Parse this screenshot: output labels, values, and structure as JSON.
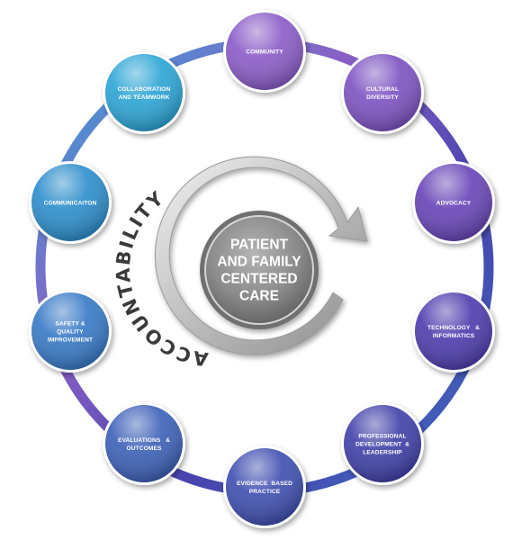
{
  "center": {
    "lines": [
      "PATIENT",
      "AND FAMILY",
      "CENTERED",
      "CARE"
    ]
  },
  "arc_label": "ACCOUNTABILITY",
  "nodes": [
    {
      "id": "community",
      "lines": [
        "COMMUNITY"
      ],
      "color": "#8c5ec8"
    },
    {
      "id": "cultural-diversity",
      "lines": [
        "CULTURAL",
        "DIVERSITY"
      ],
      "color": "#7e55c2"
    },
    {
      "id": "advocacy",
      "lines": [
        "ADVOCACY"
      ],
      "color": "#6a47b8"
    },
    {
      "id": "technology-informatics",
      "lines": [
        "TECHNOLOGY   &",
        "INFORMATICS"
      ],
      "color": "#4f3fae"
    },
    {
      "id": "professional-development-leadership",
      "lines": [
        "PROFESSIONAL",
        "DEVELOPMENT  &",
        "LEADERSHIP"
      ],
      "color": "#4242aa"
    },
    {
      "id": "evidence-based-practice",
      "lines": [
        "EVIDENCE  BASED",
        "PRACTICE"
      ],
      "color": "#4150b0"
    },
    {
      "id": "evaluations-outcomes",
      "lines": [
        "EVALUATIONS   &",
        "OUTCOMES"
      ],
      "color": "#3f62b8"
    },
    {
      "id": "safety-quality-improvement",
      "lines": [
        "SAFETY &",
        "QUALITY",
        "IMPROVEMENT"
      ],
      "color": "#3a7bc6"
    },
    {
      "id": "communication",
      "lines": [
        "COMMUNICAITON"
      ],
      "color": "#2f8fcc"
    },
    {
      "id": "collaboration-teamwork",
      "lines": [
        "COLLABORATION",
        "AND TEAMWORK"
      ],
      "color": "#2fa6d6"
    }
  ],
  "ring_colors": [
    "#9a64c8",
    "#6b4cba",
    "#4b44ad",
    "#3f6cbf",
    "#33a0d3"
  ]
}
